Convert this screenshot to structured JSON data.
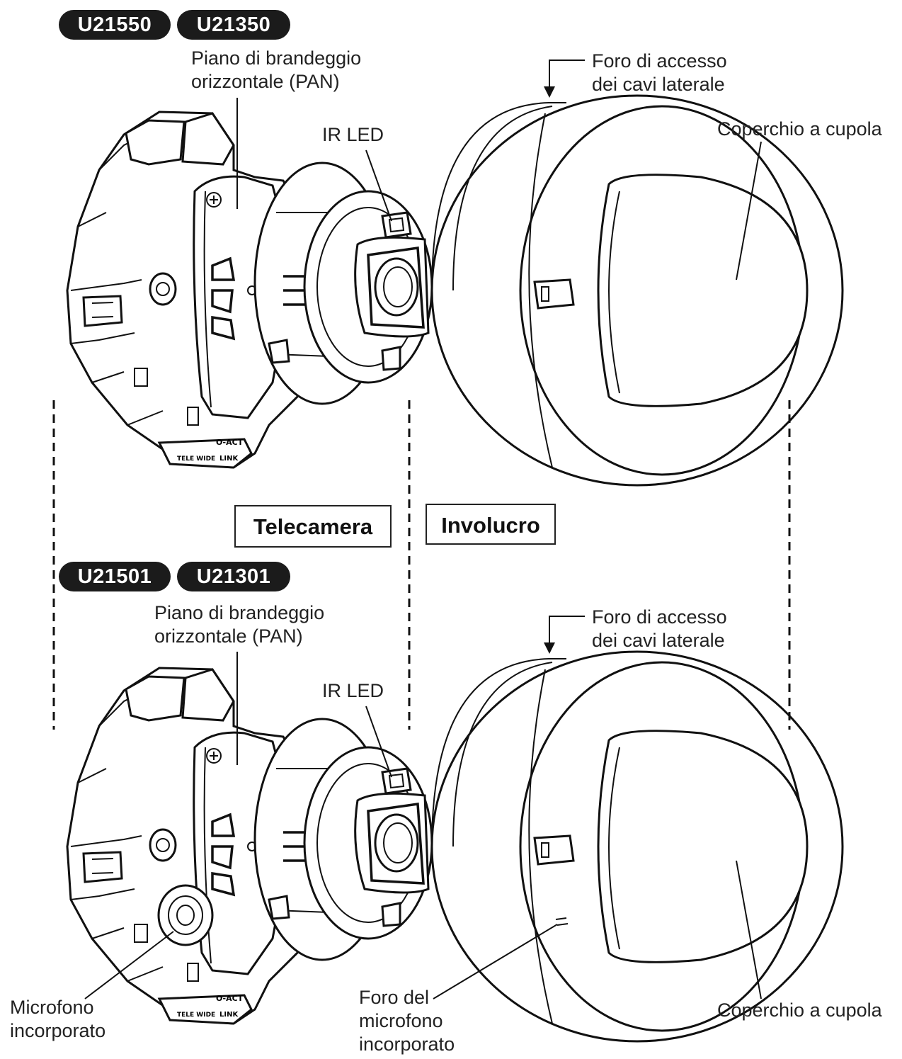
{
  "top_section": {
    "badges": [
      "U21550",
      "U21350"
    ],
    "pan_label": [
      "Piano di brandeggio",
      "orizzontale (PAN)"
    ],
    "ir_led_label": "IR LED",
    "cable_hole_label": [
      "Foro di accesso",
      "dei cavi laterale"
    ],
    "dome_cover_label": "Coperchio a cupola"
  },
  "section_boxes": {
    "camera": "Telecamera",
    "housing": "Involucro"
  },
  "bottom_section": {
    "badges": [
      "U21501",
      "U21301"
    ],
    "pan_label": [
      "Piano di brandeggio",
      "orizzontale (PAN)"
    ],
    "ir_led_label": "IR LED",
    "cable_hole_label": [
      "Foro di accesso",
      "dei cavi laterale"
    ],
    "dome_cover_label": "Coperchio a cupola",
    "mic_label": [
      "Microfono",
      "incorporato"
    ],
    "mic_hole_label": [
      "Foro del",
      "microfono",
      "incorporato"
    ]
  }
}
